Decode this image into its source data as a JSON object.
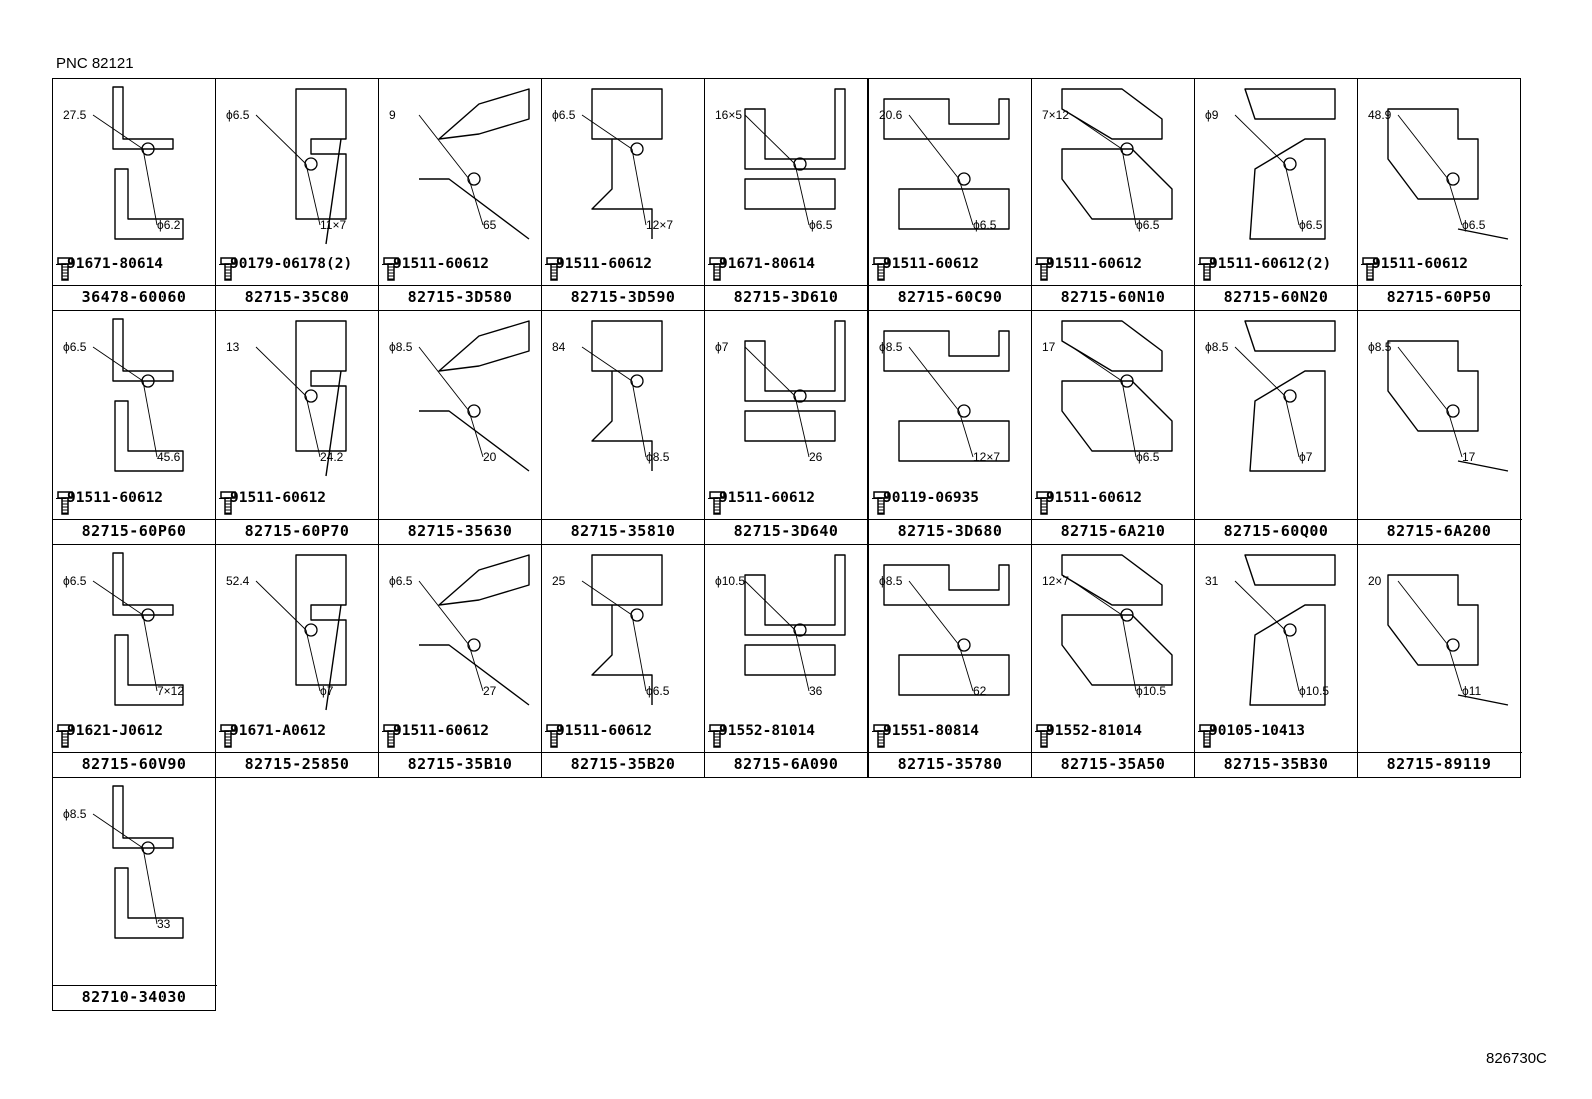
{
  "header": {
    "pnc": "PNC 82121"
  },
  "footer": {
    "ref": "826730C"
  },
  "colors": {
    "line": "#000000",
    "background": "#ffffff"
  },
  "cells": [
    {
      "part": "36478-60060",
      "bolt": "91671-80614",
      "dims": [
        "27.5",
        "ϕ6.2"
      ]
    },
    {
      "part": "82715-35C80",
      "bolt": "90179-06178(2)",
      "dims": [
        "ϕ6.5",
        "11×7"
      ]
    },
    {
      "part": "82715-3D580",
      "bolt": "91511-60612",
      "dims": [
        "9",
        "65"
      ]
    },
    {
      "part": "82715-3D590",
      "bolt": "91511-60612",
      "dims": [
        "ϕ6.5",
        "12×7"
      ]
    },
    {
      "part": "82715-3D610",
      "bolt": "91671-80614",
      "dims": [
        "16×5",
        "ϕ6.5"
      ]
    },
    {
      "part": "82715-60C90",
      "bolt": "91511-60612",
      "dims": [
        "20.6",
        "ϕ6.5"
      ]
    },
    {
      "part": "82715-60N10",
      "bolt": "91511-60612",
      "dims": [
        "7×12",
        "ϕ6.5"
      ]
    },
    {
      "part": "82715-60N20",
      "bolt": "91511-60612(2)",
      "dims": [
        "ϕ9",
        "ϕ6.5"
      ]
    },
    {
      "part": "82715-60P50",
      "bolt": "91511-60612",
      "dims": [
        "48.9",
        "ϕ6.5"
      ]
    },
    {
      "part": "82715-60P60",
      "bolt": "91511-60612",
      "dims": [
        "ϕ6.5",
        "45.6"
      ]
    },
    {
      "part": "82715-60P70",
      "bolt": "91511-60612",
      "dims": [
        "13",
        "24.2"
      ]
    },
    {
      "part": "82715-35630",
      "bolt": "",
      "dims": [
        "ϕ8.5",
        "20"
      ]
    },
    {
      "part": "82715-35810",
      "bolt": "",
      "dims": [
        "84",
        "ϕ8.5"
      ]
    },
    {
      "part": "82715-3D640",
      "bolt": "91511-60612",
      "dims": [
        "ϕ7",
        "26"
      ]
    },
    {
      "part": "82715-3D680",
      "bolt": "90119-06935",
      "dims": [
        "ϕ8.5",
        "12×7"
      ]
    },
    {
      "part": "82715-6A210",
      "bolt": "91511-60612",
      "dims": [
        "17",
        "ϕ6.5"
      ]
    },
    {
      "part": "82715-60Q00",
      "bolt": "",
      "dims": [
        "ϕ8.5",
        "ϕ7"
      ]
    },
    {
      "part": "82715-6A200",
      "bolt": "",
      "dims": [
        "ϕ8.5",
        "17"
      ]
    },
    {
      "part": "82715-60V90",
      "bolt": "91621-J0612",
      "dims": [
        "ϕ6.5",
        "7×12"
      ]
    },
    {
      "part": "82715-25850",
      "bolt": "91671-A0612",
      "dims": [
        "52.4",
        "ϕ7"
      ]
    },
    {
      "part": "82715-35B10",
      "bolt": "91511-60612",
      "dims": [
        "ϕ6.5",
        "27"
      ]
    },
    {
      "part": "82715-35B20",
      "bolt": "91511-60612",
      "dims": [
        "25",
        "ϕ6.5"
      ]
    },
    {
      "part": "82715-6A090",
      "bolt": "91552-81014",
      "dims": [
        "ϕ10.5",
        "36"
      ]
    },
    {
      "part": "82715-35780",
      "bolt": "91551-80814",
      "dims": [
        "ϕ8.5",
        "62"
      ]
    },
    {
      "part": "82715-35A50",
      "bolt": "91552-81014",
      "dims": [
        "12×7",
        "ϕ10.5"
      ]
    },
    {
      "part": "82715-35B30",
      "bolt": "90105-10413",
      "dims": [
        "31",
        "ϕ10.5"
      ]
    },
    {
      "part": "82715-89119",
      "bolt": "",
      "dims": [
        "20",
        "ϕ11"
      ]
    },
    {
      "part": "82710-34030",
      "bolt": "",
      "dims": [
        "ϕ8.5",
        "33"
      ]
    }
  ]
}
